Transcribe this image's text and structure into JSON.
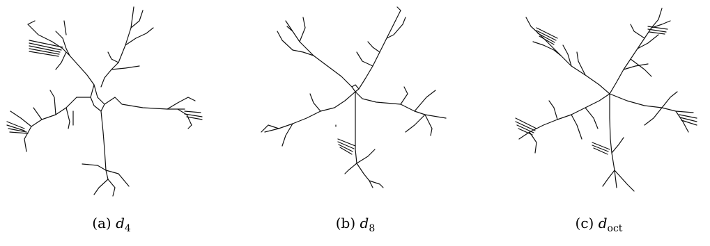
{
  "figures": [
    {
      "label": "(a)",
      "symbol": "d",
      "subscript": "4"
    },
    {
      "label": "(b)",
      "symbol": "d",
      "subscript": "8"
    },
    {
      "label": "(c)",
      "symbol": "d",
      "subscript": "oct"
    }
  ]
}
